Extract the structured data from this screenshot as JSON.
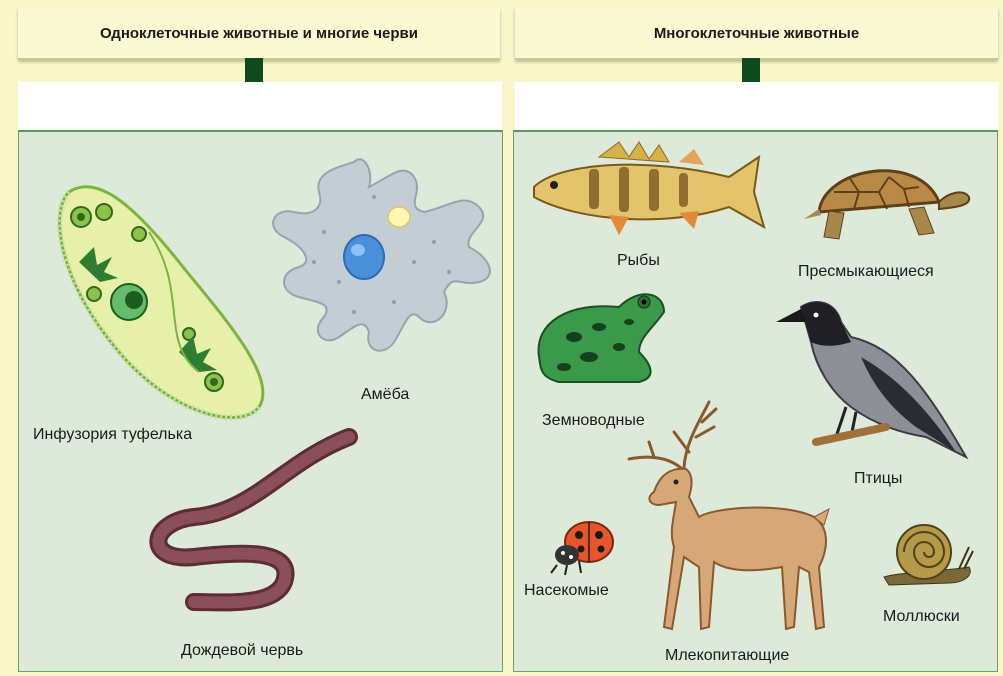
{
  "headers": {
    "left": "Одноклеточные животные и многие черви",
    "right": "Многоклеточные животные"
  },
  "left_panel": {
    "labels": {
      "paramecium": "Инфузория туфелька",
      "amoeba": "Амёба",
      "earthworm": "Дождевой червь"
    }
  },
  "right_panel": {
    "labels": {
      "fish": "Рыбы",
      "reptiles": "Пресмыкающиеся",
      "amphibians": "Земноводные",
      "birds": "Птицы",
      "insects": "Насекомые",
      "mammals": "Млекопитающие",
      "mollusks": "Моллюски"
    }
  },
  "colors": {
    "page_bg": "#f9f7c9",
    "header_bg": "#fafad2",
    "stem": "#0f4a1e",
    "panel_bg": "#dde9d9",
    "panel_border": "#6aa36a"
  }
}
